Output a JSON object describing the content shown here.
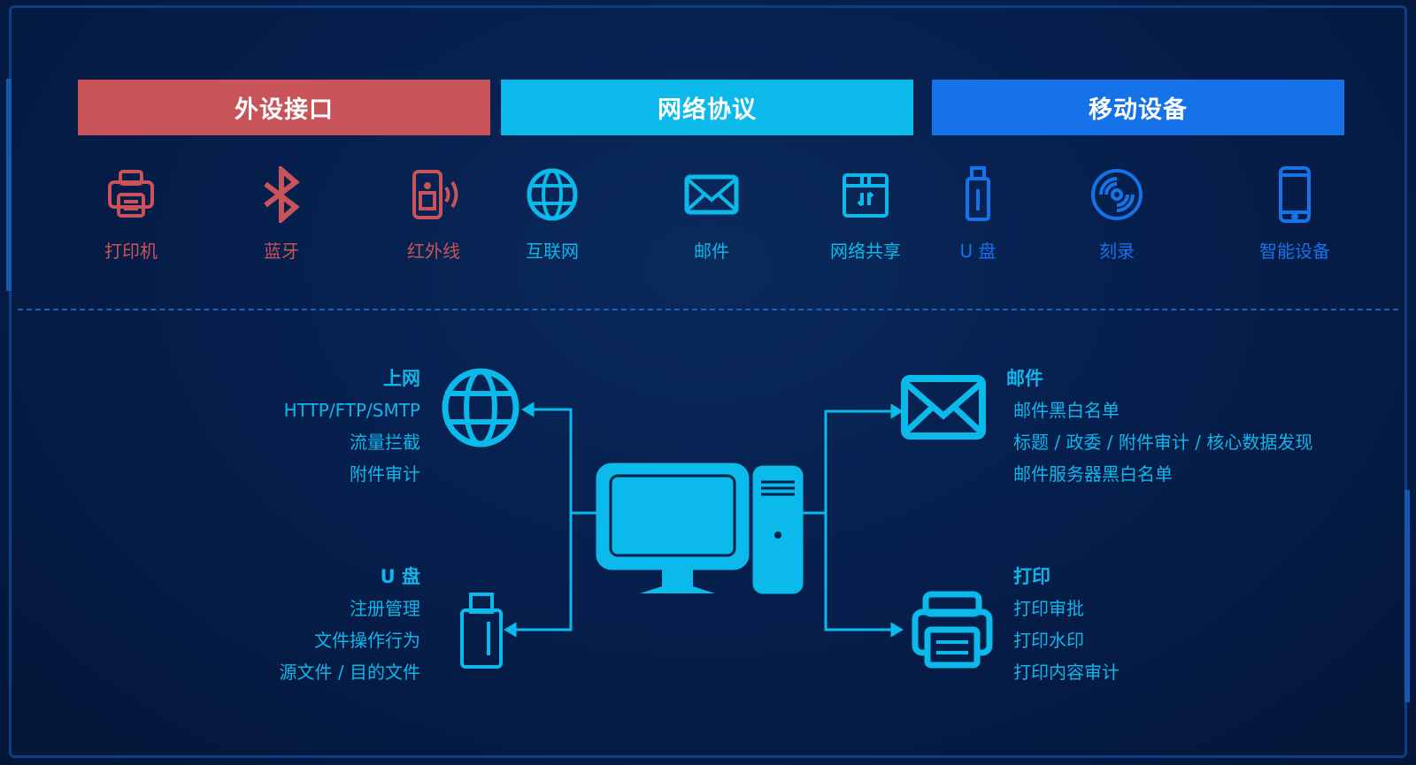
{
  "headers": [
    {
      "label": "外设接口",
      "color": "#c8545a"
    },
    {
      "label": "网络协议",
      "color": "#0bb9ea"
    },
    {
      "label": "移动设备",
      "color": "#1672e8"
    }
  ],
  "icons": [
    {
      "label": "打印机",
      "icon": "printer-icon",
      "color": "#c8545a"
    },
    {
      "label": "蓝牙",
      "icon": "bluetooth-icon",
      "color": "#c8545a"
    },
    {
      "label": "红外线",
      "icon": "infrared-icon",
      "color": "#c8545a"
    },
    {
      "label": "互联网",
      "icon": "globe-icon",
      "color": "#0bb9ea"
    },
    {
      "label": "邮件",
      "icon": "mail-icon",
      "color": "#0bb9ea"
    },
    {
      "label": "网络共享",
      "icon": "share-box-icon",
      "color": "#0bb9ea"
    },
    {
      "label": "U 盘",
      "icon": "usb-icon",
      "color": "#1672e8"
    },
    {
      "label": "刻录",
      "icon": "disc-icon",
      "color": "#1672e8"
    },
    {
      "label": "智能设备",
      "icon": "phone-icon",
      "color": "#1672e8"
    }
  ],
  "diagram": {
    "web": {
      "title": "上网",
      "lines": [
        "HTTP/FTP/SMTP",
        "流量拦截",
        "附件审计"
      ]
    },
    "usb": {
      "title": "U 盘",
      "lines": [
        "注册管理",
        "文件操作行为",
        "源文件 / 目的文件"
      ]
    },
    "mail": {
      "title": "邮件",
      "lines": [
        "邮件黑白名单",
        "标题 / 政委 / 附件审计 / 核心数据发现",
        "邮件服务器黑白名单"
      ]
    },
    "print": {
      "title": "打印",
      "lines": [
        "打印审批",
        "打印水印",
        "打印内容审计"
      ]
    }
  }
}
